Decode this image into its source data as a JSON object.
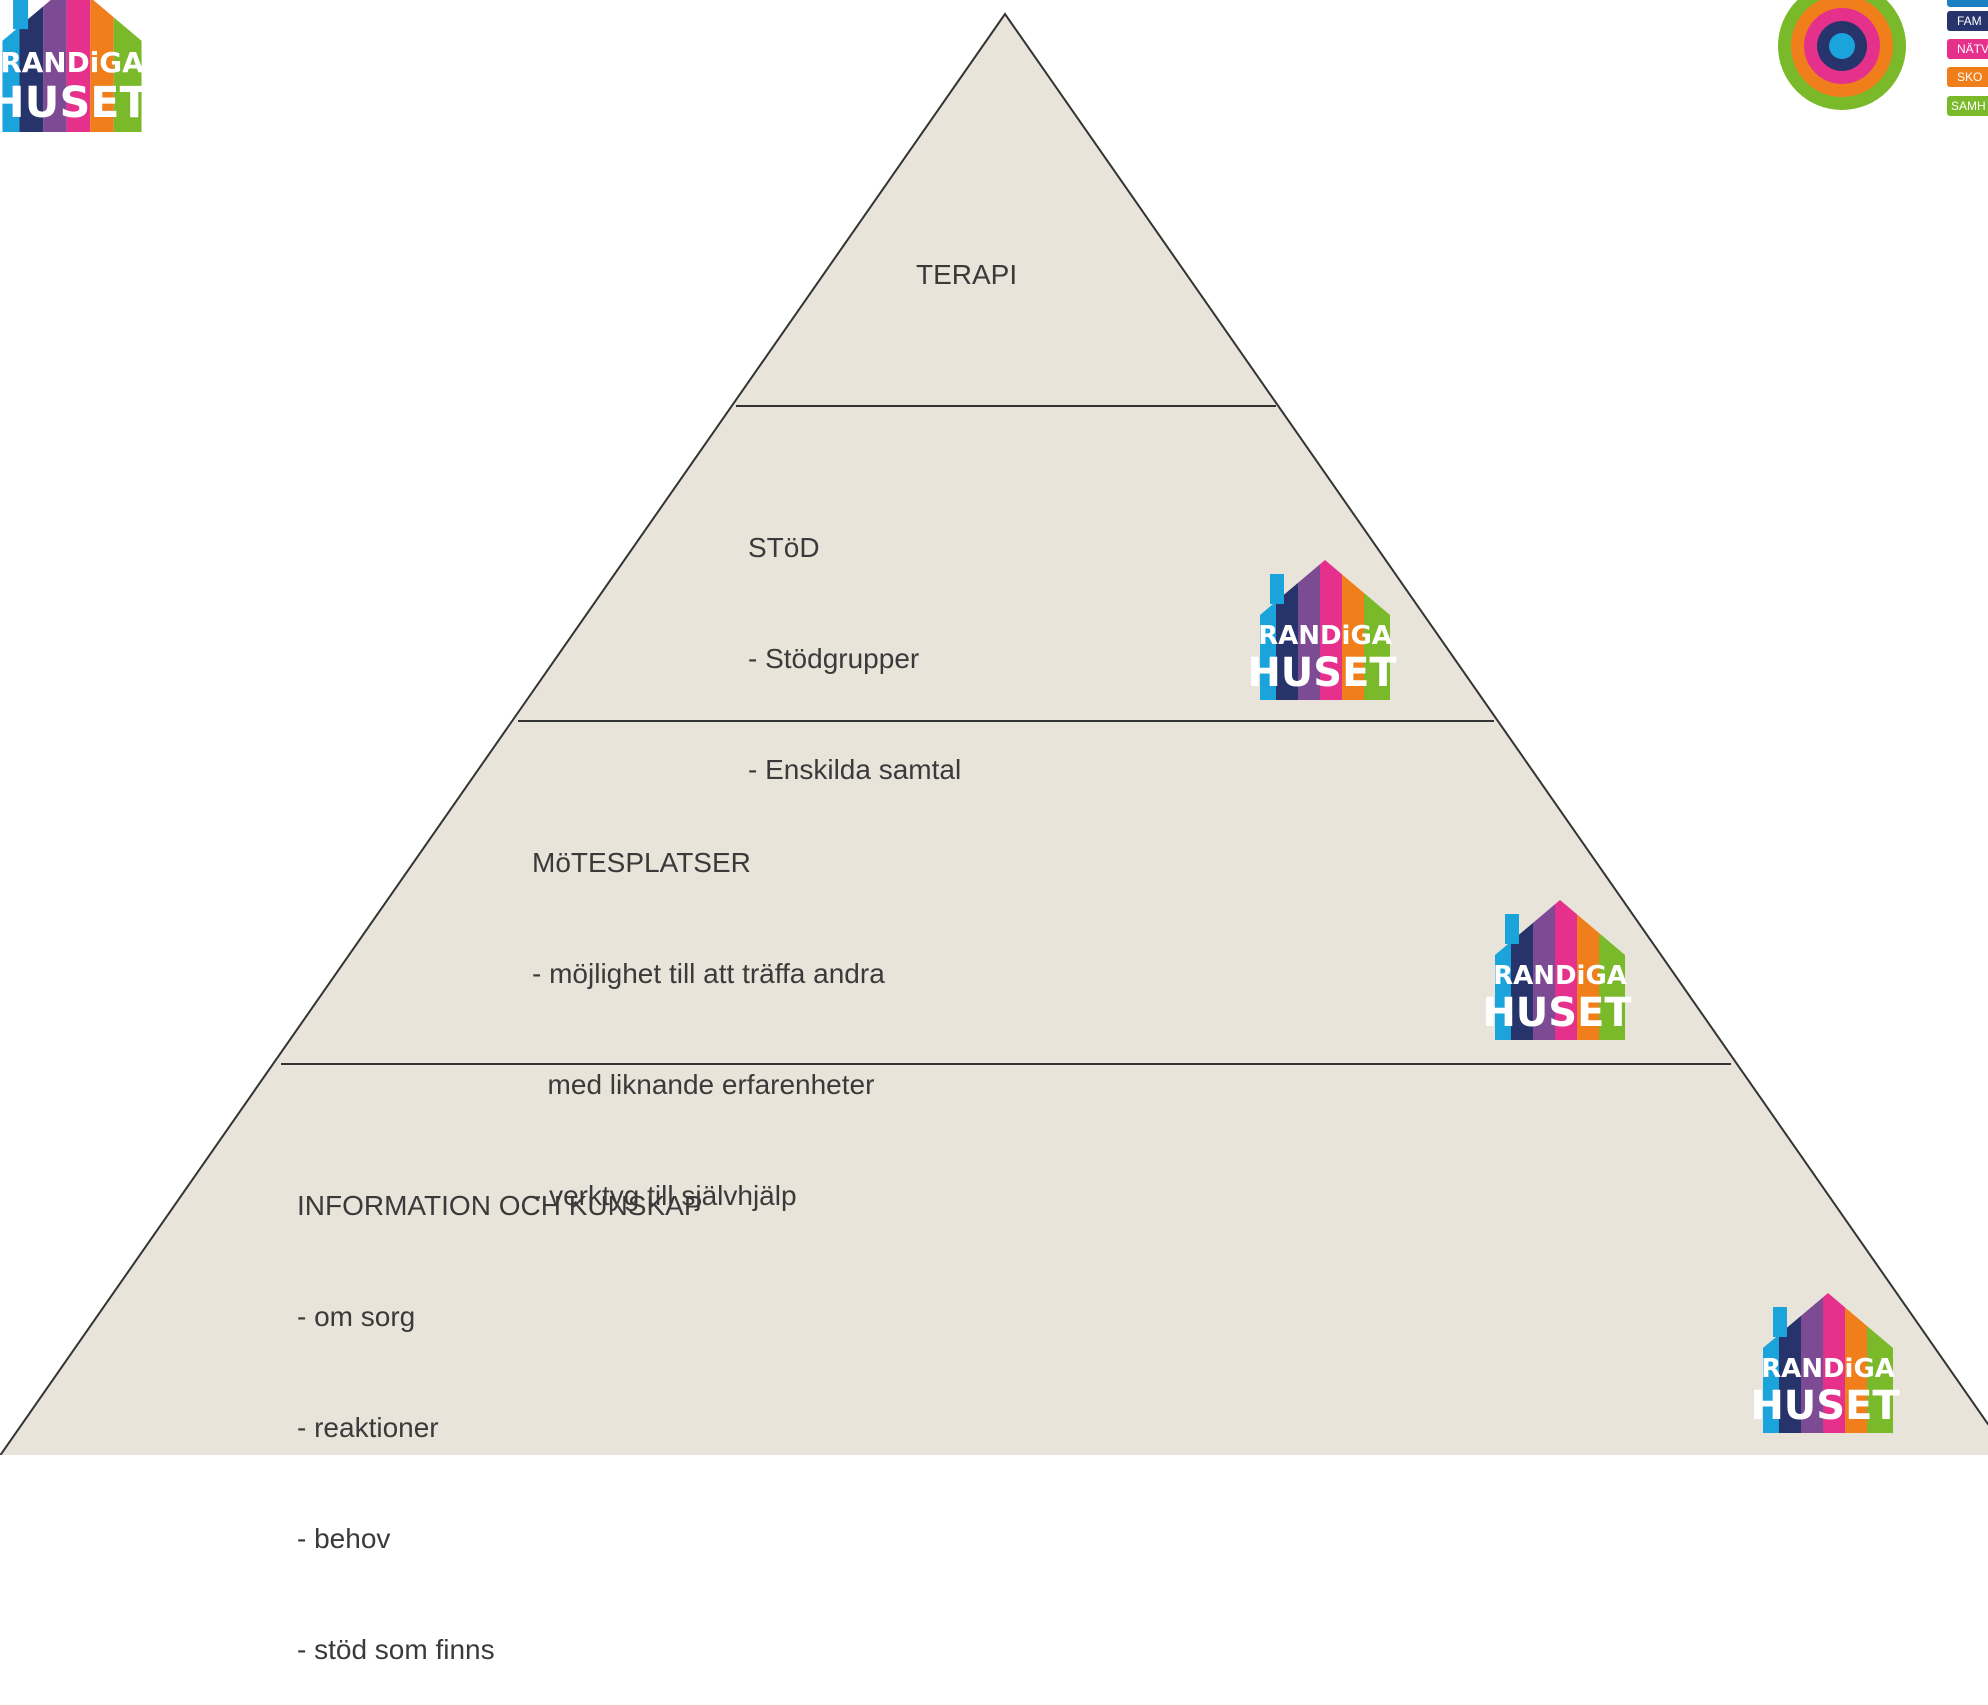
{
  "brand": {
    "logo_text_top": "RANDiGA",
    "logo_text_bottom": "HUSET"
  },
  "pyramid": {
    "fill": "#e8e4da",
    "stroke": "#333333",
    "levels": [
      {
        "title": "TERAPI",
        "items": []
      },
      {
        "title": "STöD",
        "items": [
          "- Stödgrupper",
          "- Enskilda samtal"
        ]
      },
      {
        "title": "MöTESPLATSER",
        "items": [
          "- möjlighet till att träffa andra",
          "  med liknande erfarenheter",
          "- verktyg till självhjälp"
        ]
      },
      {
        "title": "INFORMATION OCH KUNSKAP",
        "items": [
          "- om sorg",
          "- reaktioner",
          "- behov",
          "- stöd som finns"
        ]
      }
    ]
  },
  "target_icon": {
    "rings": [
      "#7ab929",
      "#f07e1b",
      "#e6318c",
      "#26346b",
      "#1ba3dc"
    ]
  },
  "side_tags": [
    {
      "label": "FAM",
      "color": "#26346b"
    },
    {
      "label": "NÄTV",
      "color": "#e6318c"
    },
    {
      "label": "SKO",
      "color": "#f07e1b"
    },
    {
      "label": "SAMH",
      "color": "#7ab929"
    }
  ],
  "logo_stripes": [
    "#1ba3dc",
    "#26346b",
    "#7d4a94",
    "#e6318c",
    "#f07e1b",
    "#7ab929"
  ]
}
